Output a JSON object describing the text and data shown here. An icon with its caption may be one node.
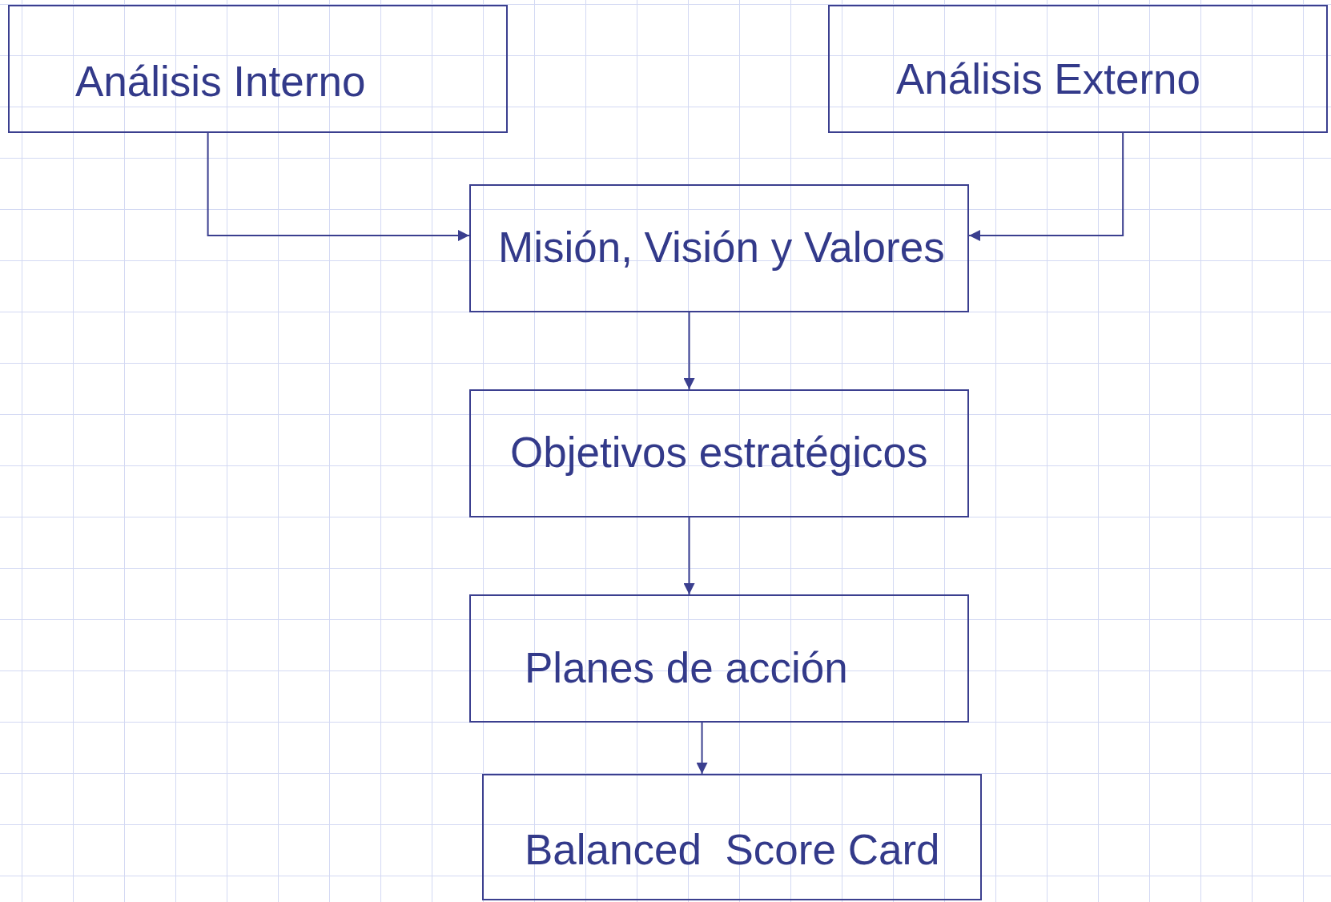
{
  "diagram": {
    "nodes": [
      {
        "text": [
          "Análisis Interno"
        ]
      },
      {
        "text": [
          "Análisis Externo"
        ]
      },
      {
        "text": [
          "Misión, Visión y Valores"
        ]
      },
      {
        "text": [
          "Objetivos estratégicos"
        ]
      },
      {
        "text": [
          "Planes de acción"
        ]
      },
      {
        "text": [
          "Balanced  Score Card"
        ]
      }
    ],
    "edges": [
      {
        "from": 0,
        "to": 2,
        "arrow": "to"
      },
      {
        "from": 1,
        "to": 2,
        "arrow": "to"
      },
      {
        "from": 2,
        "to": 3,
        "arrow": "to"
      },
      {
        "from": 3,
        "to": 4,
        "arrow": "to"
      },
      {
        "from": 4,
        "to": 5,
        "arrow": "to"
      }
    ]
  }
}
